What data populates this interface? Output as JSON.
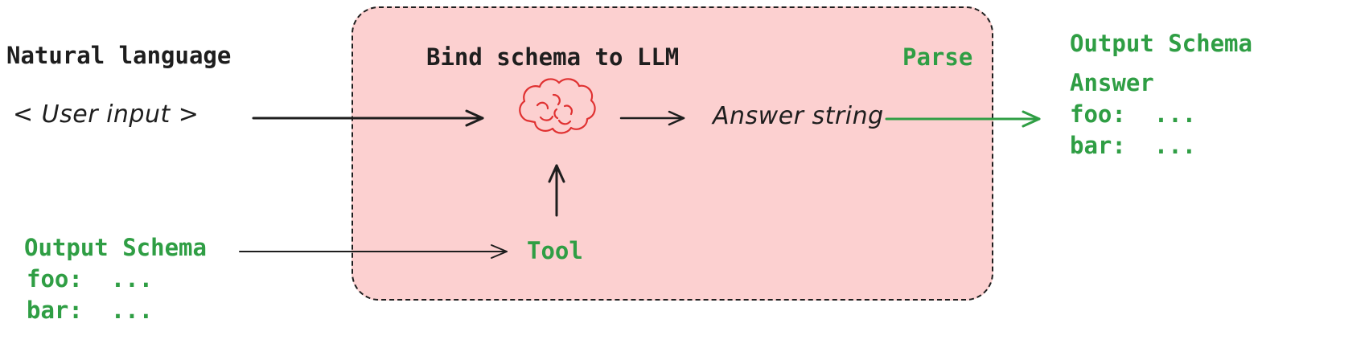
{
  "colors": {
    "accent_green": "#2f9e44",
    "box_fill_pink": "#fcd0d0",
    "stroke_black": "#1e1e1e",
    "brain_red": "#e03131"
  },
  "left": {
    "title": "Natural language",
    "user_input": "< User input >",
    "schema_title": "Output Schema",
    "schema_foo": "foo:  ...",
    "schema_bar": "bar:  ..."
  },
  "box": {
    "title": "Bind schema to LLM",
    "parse_label": "Parse",
    "answer_string": "Answer string",
    "tool_label": "Tool",
    "icon": "brain-icon"
  },
  "right": {
    "schema_title": "Output Schema",
    "answer_label": "Answer",
    "foo": "foo:  ...",
    "bar": "bar:  ..."
  }
}
